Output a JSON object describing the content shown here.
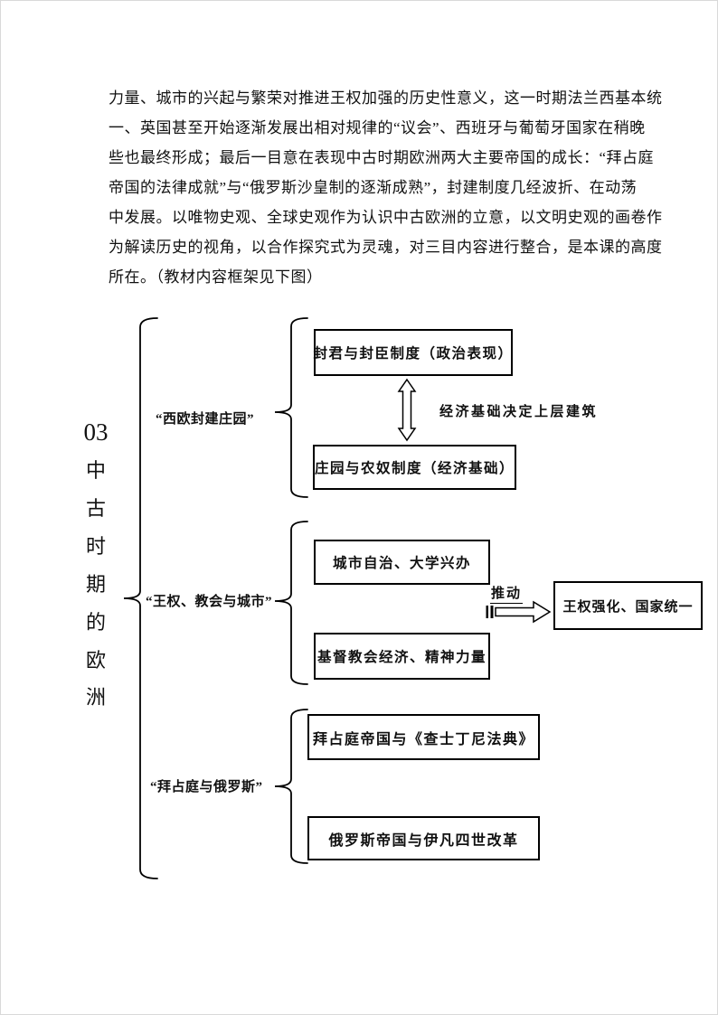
{
  "paragraph": {
    "lines": [
      "力量、城市的兴起与繁荣对推进王权加强的历史性意义，这一时期法兰西基本统",
      "一、英国甚至开始逐渐发展出相对规律的“议会”、西班牙与葡萄牙国家在稍晚",
      "些也最终形成；最后一目意在表现中古时期欧洲两大主要帝国的成长：“拜占庭",
      "帝国的法律成就”与“俄罗斯沙皇制的逐渐成熟”，封建制度几经波折、在动荡",
      "中发展。以唯物史观、全球史观作为认识中古欧洲的立意，以文明史观的画卷作",
      "为解读历史的视角，以合作探究式为灵魂，对三目内容进行整合，是本课的高度",
      "所在。（教材内容框架见下图）"
    ]
  },
  "diagram": {
    "unit_number": "03",
    "unit_title": "中古时期的欧洲",
    "unit_title_chars": [
      "中",
      "古",
      "时",
      "期",
      "的",
      "欧",
      "洲"
    ],
    "groups": [
      {
        "label": "“西欧封建庄园”",
        "box_top": "封君与封臣制度（政治表现）",
        "box_bottom": "庄园与农奴制度（经济基础）",
        "relation": "经济基础决定上层建筑"
      },
      {
        "label": "“王权、教会与城市”",
        "box_top": "城市自治、大学兴办",
        "box_bottom": "基督教会经济、精神力量",
        "arrow_label": "推动",
        "result_box": "王权强化、国家统一"
      },
      {
        "label": "“拜占庭与俄罗斯”",
        "box_top": "拜占庭帝国与《查士丁尼法典》",
        "box_bottom": "俄罗斯帝国与伊凡四世改革"
      }
    ]
  }
}
